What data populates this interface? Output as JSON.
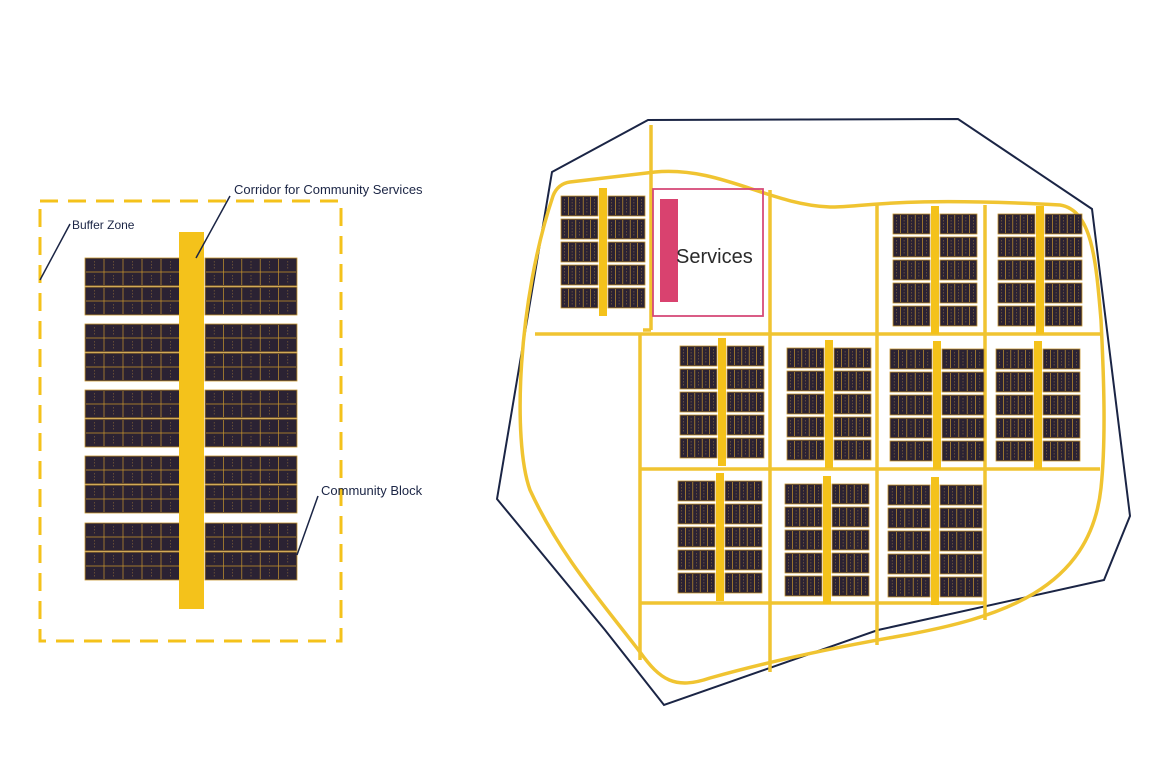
{
  "legend": {
    "corridor": "Corridor for Community Services",
    "buffer": "Buffer Zone",
    "block": "Community Block"
  },
  "plan": {
    "services": "Services"
  },
  "colors": {
    "corridor": "#f4c21b",
    "road": "#f0c431",
    "block_fill": "#2b2233",
    "block_grid": "#c8962e",
    "boundary": "#1b2545",
    "services_outline": "#d64a78",
    "services_bar": "#d9426f",
    "leader": "#1b2545"
  }
}
